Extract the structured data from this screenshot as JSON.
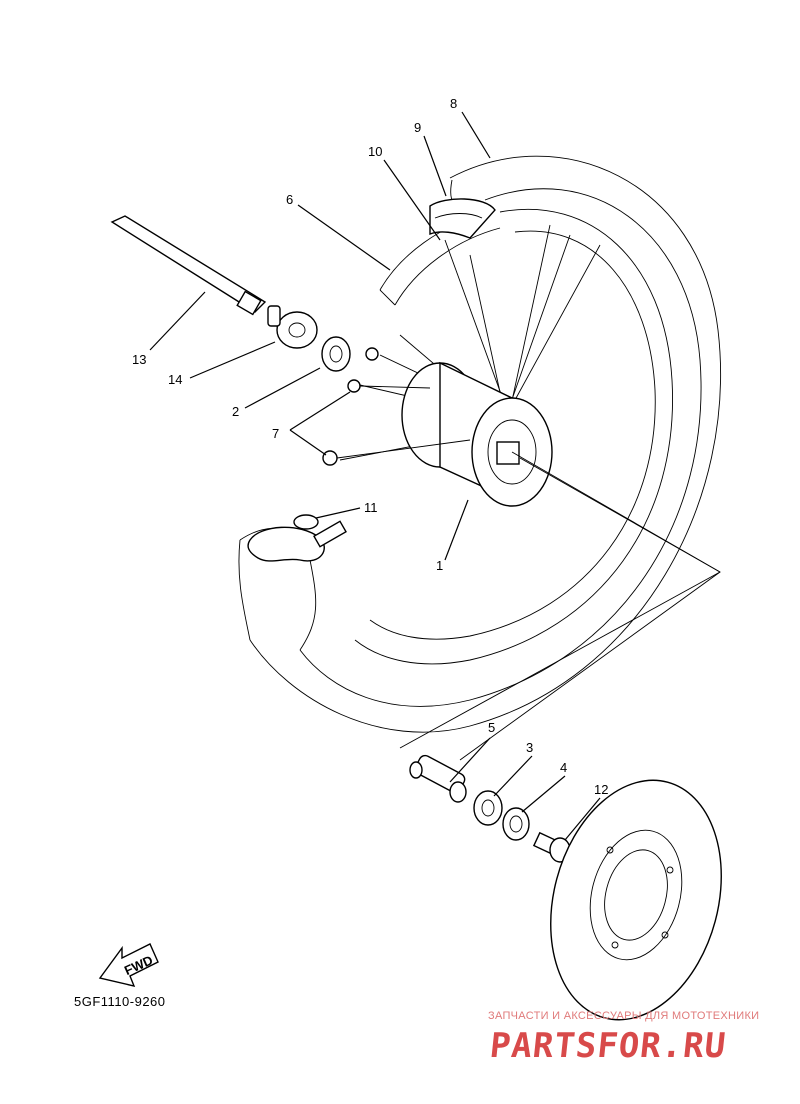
{
  "diagram": {
    "callouts": [
      "1",
      "2",
      "3",
      "4",
      "5",
      "6",
      "7",
      "8",
      "9",
      "10",
      "11",
      "12",
      "13",
      "14"
    ],
    "fwd_label": "FWD",
    "part_code": "5GF1110-9260"
  },
  "watermark": {
    "tagline": "ЗАПЧАСТИ И АКСЕССУАРЫ ДЛЯ МОТОТЕХНИКИ",
    "logo": "PARTSFOR.RU",
    "color": "#d84a4a"
  }
}
